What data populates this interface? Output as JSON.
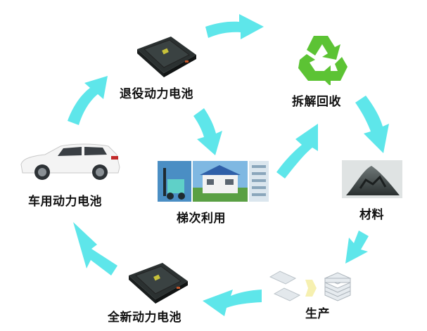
{
  "diagram": {
    "type": "battery-lifecycle-cycle",
    "arrow_color": "#5ee6ea",
    "nodes": [
      {
        "id": "retired",
        "label": "退役动力电池",
        "icon": "battery-pack-icon"
      },
      {
        "id": "recycle",
        "label": "拆解回收",
        "icon": "recycle-icon"
      },
      {
        "id": "materials",
        "label": "材料",
        "icon": "material-pile-icon"
      },
      {
        "id": "production",
        "label": "生产",
        "icon": "production-cells-icon"
      },
      {
        "id": "new",
        "label": "全新动力电池",
        "icon": "battery-pack-icon"
      },
      {
        "id": "vehicle",
        "label": "车用动力电池",
        "icon": "suv-car-icon"
      },
      {
        "id": "cascade",
        "label": "梯次利用",
        "icon": "forklift-house-building-icon"
      }
    ],
    "edges": [
      {
        "from": "vehicle",
        "to": "retired"
      },
      {
        "from": "retired",
        "to": "recycle"
      },
      {
        "from": "retired",
        "to": "cascade"
      },
      {
        "from": "cascade",
        "to": "recycle"
      },
      {
        "from": "recycle",
        "to": "materials"
      },
      {
        "from": "materials",
        "to": "production"
      },
      {
        "from": "production",
        "to": "new"
      },
      {
        "from": "new",
        "to": "vehicle"
      }
    ]
  }
}
